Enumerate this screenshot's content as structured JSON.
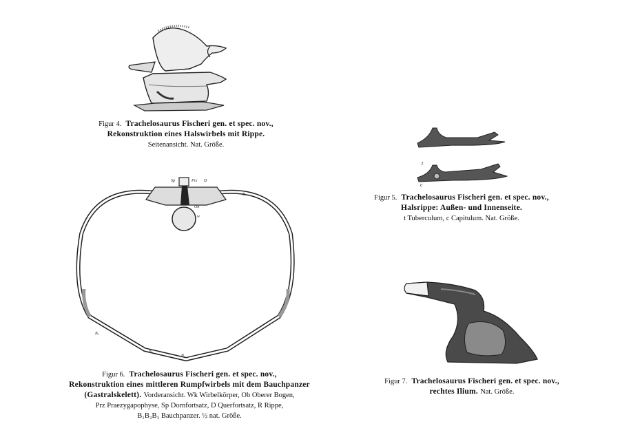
{
  "figures": {
    "fig4": {
      "label": "Figur 4.",
      "title": "Trachelosaurus Fischeri gen. et spec. nov.,",
      "line2": "Rekonstruktion eines Halswirbels mit Rippe.",
      "line3": "Seitenansicht.   Nat. Größe."
    },
    "fig5": {
      "label": "Figur 5.",
      "title": "Trachelosaurus Fischeri gen. et spec. nov.,",
      "line2": "Halsrippe: Außen- und Innenseite.",
      "line3": "t Tuberculum, c Capitulum.   Nat. Größe.",
      "annotations": {
        "t": "t",
        "c": "c"
      }
    },
    "fig6": {
      "label": "Figur 6.",
      "title": "Trachelosaurus Fischeri gen. et spec. nov.,",
      "line2": "Rekonstruktion eines mittleren Rumpfwirbels mit dem Bauchpanzer",
      "line3_bold": "(Gastralskelett).",
      "line3": "Vorderansicht.   Wk Wirbelkörper, Ob Oberer Bogen,",
      "line4": "Prz Praezygapophyse, Sp Dornfortsatz, D Querfortsatz, R Rippe,",
      "line5": "B₁B₂B₃ Bauchpanzer.   ½ nat. Größe.",
      "annotations": {
        "sp": "Sp",
        "prz": "Prz",
        "d": "D",
        "ob": "Ob",
        "wk": "w",
        "r": "R",
        "b1": "B₁",
        "b2": "B₂",
        "b3": "B₃"
      }
    },
    "fig7": {
      "label": "Figur 7.",
      "title": "Trachelosaurus Fischeri gen. et spec. nov.,",
      "line2": "rechtes Ilium.",
      "line2_small": "Nat. Größe."
    }
  }
}
